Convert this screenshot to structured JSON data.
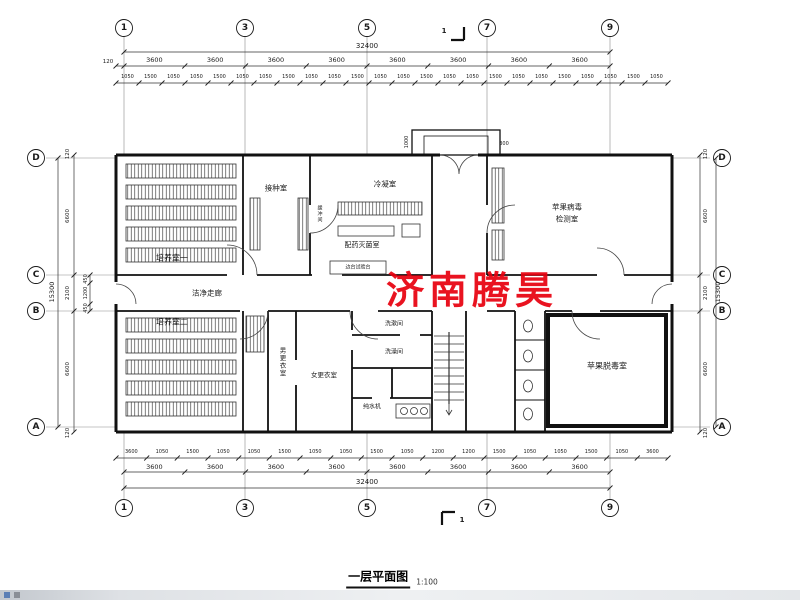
{
  "axes": {
    "top": [
      "1",
      "3",
      "5",
      "7",
      "9"
    ],
    "bottom": [
      "1",
      "3",
      "5",
      "7",
      "9"
    ],
    "left": [
      "D",
      "C",
      "B",
      "A"
    ],
    "right": [
      "D",
      "C",
      "B",
      "A"
    ],
    "section_marker": "1"
  },
  "dims": {
    "top_total": "32400",
    "top_edge": "120",
    "top_bays": [
      "3600",
      "3600",
      "3600",
      "3600",
      "3600",
      "3600",
      "3600",
      "3600"
    ],
    "top_small": [
      "1050",
      "1500",
      "1050",
      "1050",
      "1500",
      "1050",
      "1050",
      "1500",
      "1050",
      "1050",
      "1500",
      "1050",
      "1050",
      "1500",
      "1050",
      "1050",
      "1500",
      "1050",
      "1050",
      "1500",
      "1050",
      "1050",
      "1500",
      "1050"
    ],
    "bottom_small": [
      "3600",
      "1050",
      "1500",
      "1050",
      "1050",
      "1500",
      "1050",
      "1050",
      "1500",
      "1050",
      "1200",
      "1200",
      "1500",
      "1050",
      "1050",
      "1500",
      "1050",
      "3600"
    ],
    "bottom_bays": [
      "3600",
      "3600",
      "3600",
      "3600",
      "3600",
      "3600",
      "3600",
      "3600"
    ],
    "bottom_total": "32400",
    "left_outer": "15300",
    "left_col": [
      "120",
      "6600",
      "2100",
      "6600",
      "120"
    ],
    "left_inner": [
      "450",
      "1200",
      "450"
    ],
    "right_outer": "15300",
    "right_col": [
      "120",
      "6600",
      "2100",
      "6600",
      "120"
    ],
    "porch": [
      "1000",
      "300"
    ]
  },
  "rooms": {
    "culture1": "培养室一",
    "culture2": "培养室二",
    "inoculation": "接种室",
    "condensation": "冷凝室",
    "dispensary": "配药灭菌室",
    "corridor": "洁净走廊",
    "virus1": "苹果病毒",
    "virus2": "检测室",
    "detox": "苹果脱毒室",
    "men": "男更衣室",
    "women": "女更衣室",
    "wash": "洗漱间",
    "bath": "洗澡间",
    "water": "纯水机",
    "bench": "边台试验台",
    "buffer": "缓冲间"
  },
  "watermark": "济南腾昊",
  "title": {
    "text": "一层平面图",
    "scale": "1:100"
  },
  "colors": {
    "watermark": "#e8000e",
    "line": "#1a1a1a"
  }
}
